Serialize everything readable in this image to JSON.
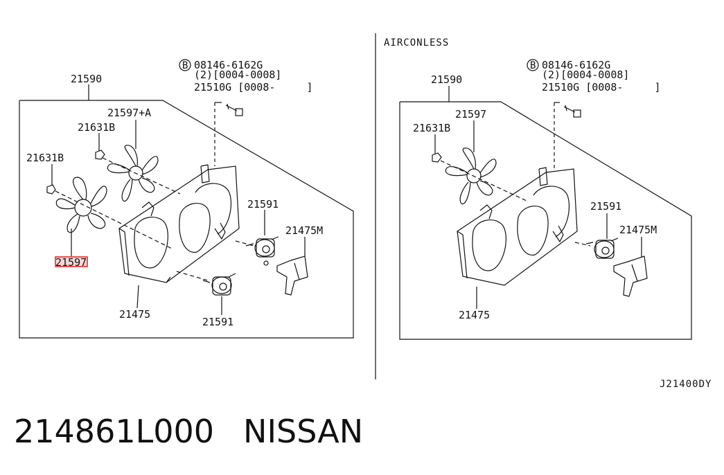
{
  "left_diagram": {
    "part_labels": {
      "assembly": "21590",
      "bolt_code": "08146-6162G",
      "bolt_qty": "(2)[0004-0008]",
      "bolt_alt": "21510G [0008-     ]",
      "fan_plus": "21597+A",
      "nut_upper": "21631B",
      "nut_lower": "21631B",
      "fan_highlighted": "21597",
      "shroud": "21475",
      "motor_upper": "21591",
      "motor_lower": "21591",
      "bracket": "21475M"
    },
    "bolt_symbol": "B",
    "highlight_color": "#e02020"
  },
  "right_diagram": {
    "title": "AIRCONLESS",
    "part_labels": {
      "assembly": "21590",
      "bolt_code": "08146-6162G",
      "bolt_qty": "(2)[0004-0008]",
      "bolt_alt": "21510G [0008-     ]",
      "fan": "21597",
      "nut": "21631B",
      "shroud": "21475",
      "motor": "21591",
      "bracket": "21475M"
    },
    "bolt_symbol": "B"
  },
  "diagram_code": "J21400DY",
  "footer": {
    "part_number": "214861L000",
    "brand": "NISSAN"
  }
}
